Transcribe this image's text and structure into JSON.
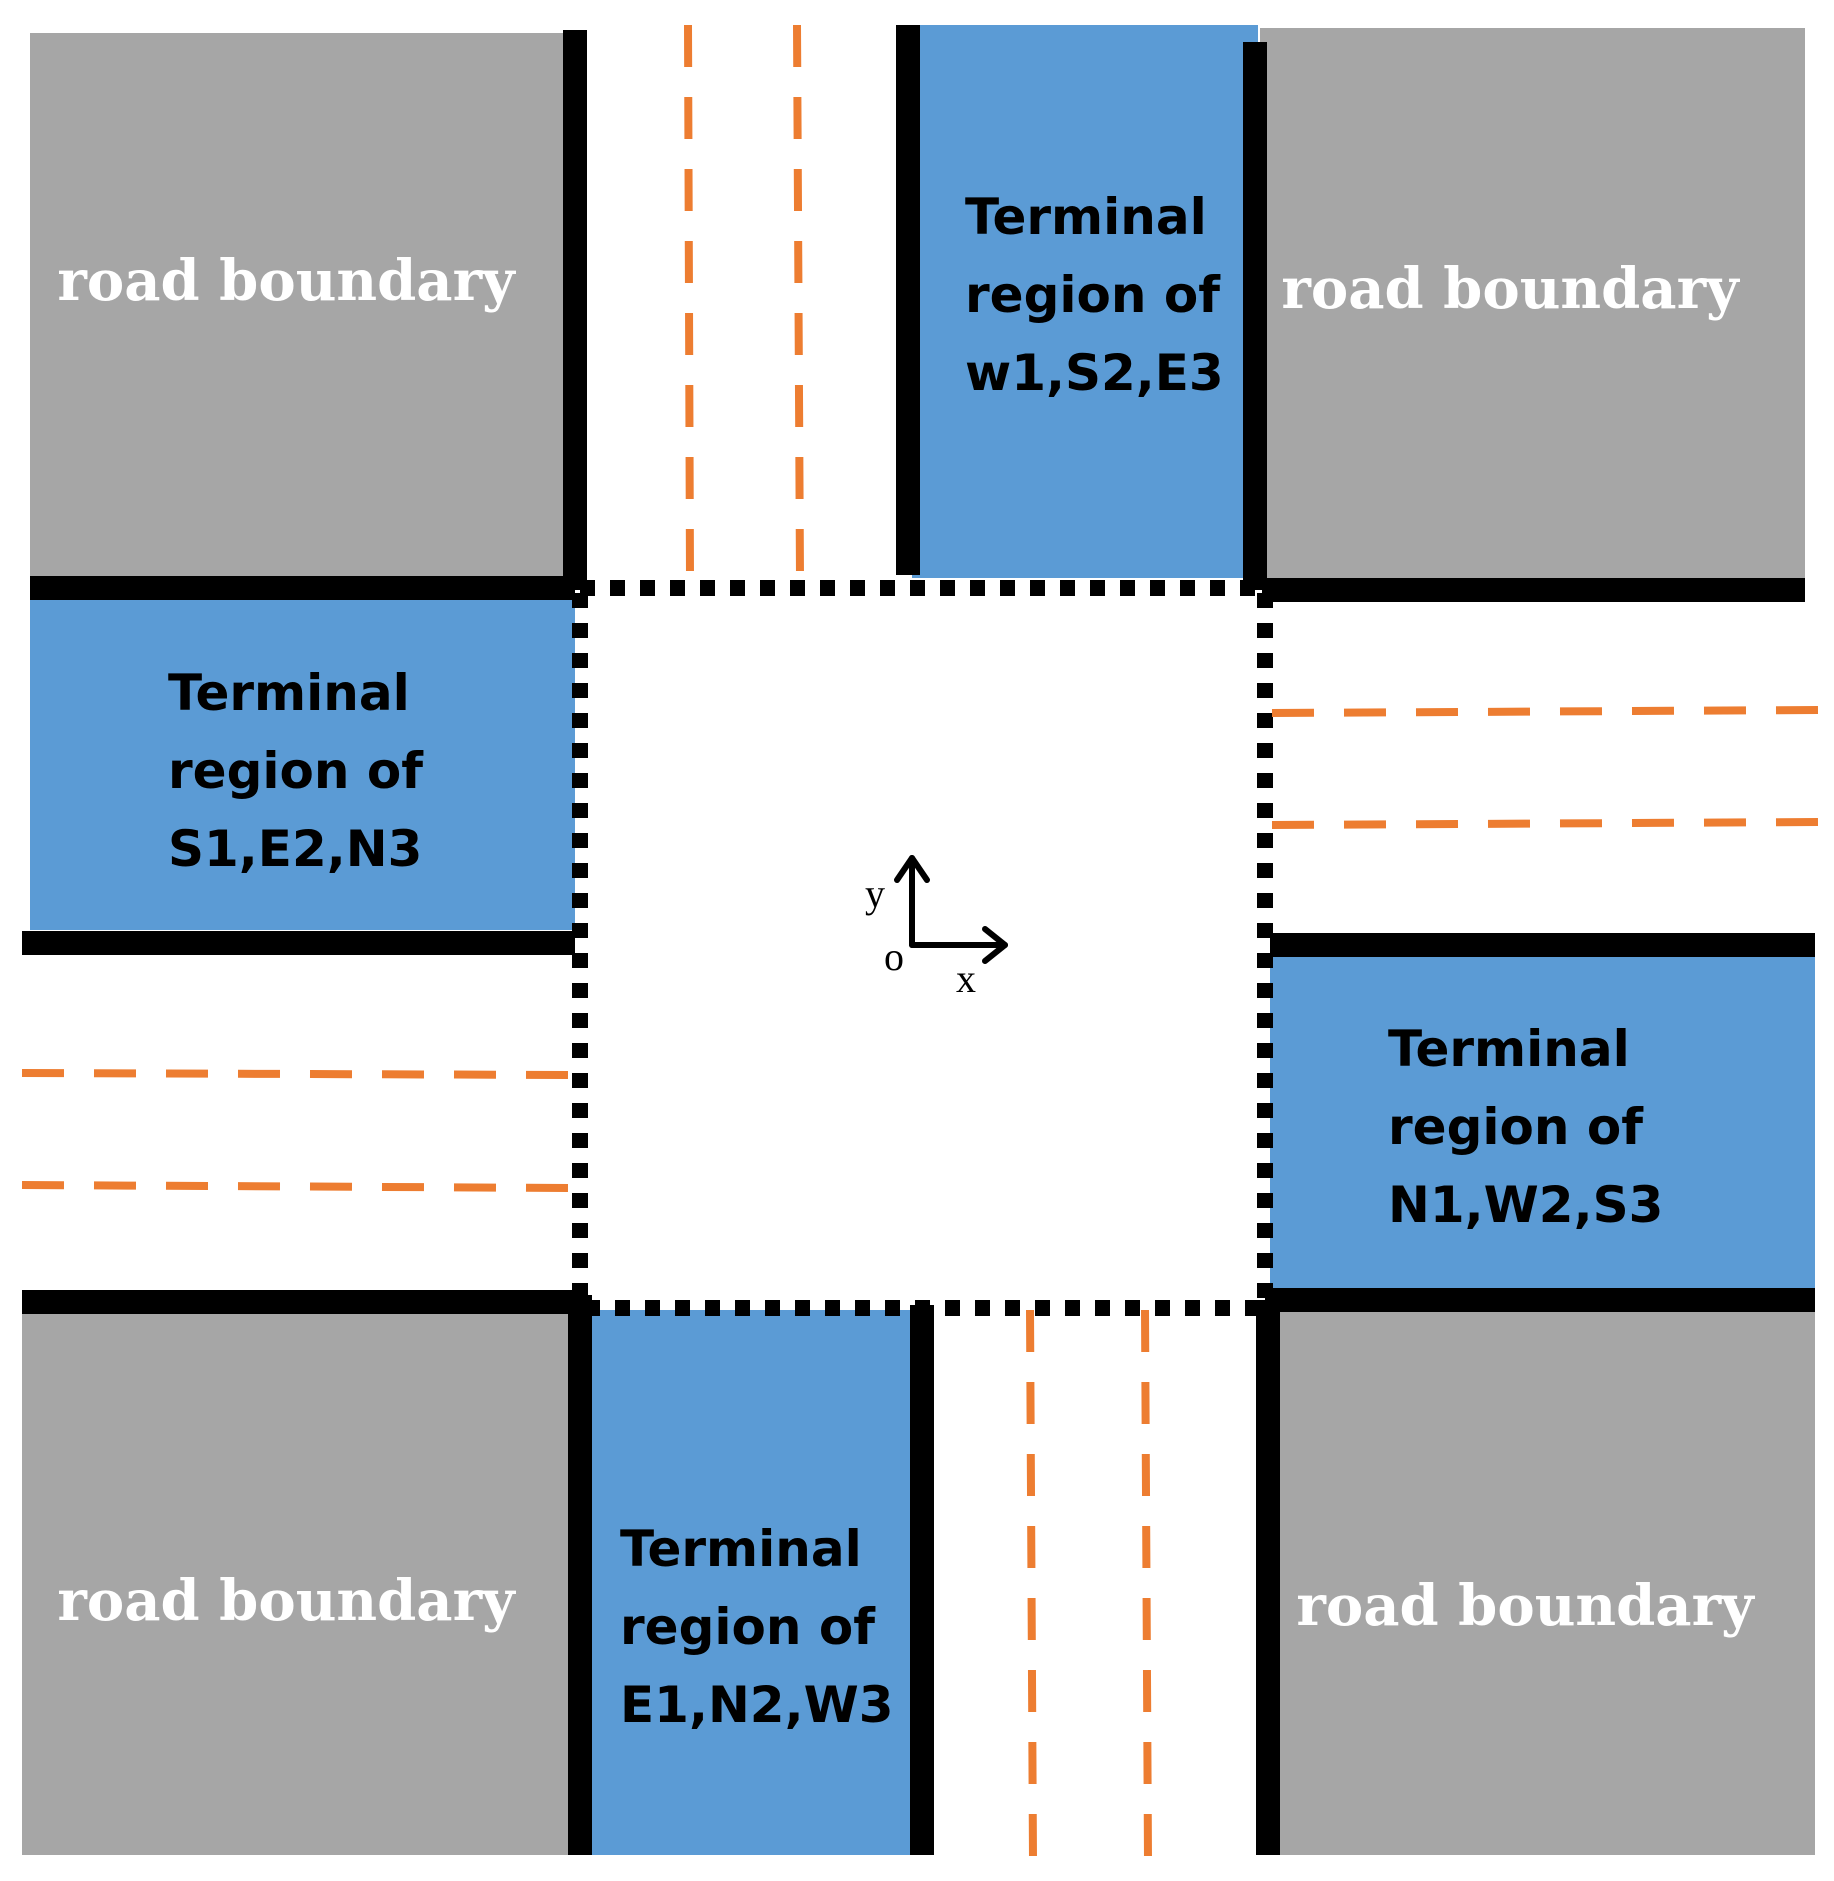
{
  "colors": {
    "road_boundary_fill": "#a6a6a6",
    "terminal_region_fill": "#5b9bd5",
    "road_edge_line": "#000000",
    "lane_divider_line": "#ed7d31",
    "intersection_border": "#000000",
    "background": "#ffffff"
  },
  "road_boundaries": {
    "top_left": "road boundary",
    "top_right": "road boundary",
    "bottom_left": "road boundary",
    "bottom_right": "road boundary"
  },
  "terminal_regions": {
    "north": {
      "line1": "Terminal",
      "line2": "region of",
      "line3": "w1,S2,E3"
    },
    "west": {
      "line1": "Terminal",
      "line2": "region of",
      "line3": "S1,E2,N3"
    },
    "east": {
      "line1": "Terminal",
      "line2": "region of",
      "line3": "N1,W2,S3"
    },
    "south": {
      "line1": "Terminal",
      "line2": "region of",
      "line3": "E1,N2,W3"
    }
  },
  "axes": {
    "y_label": "y",
    "x_label": "x",
    "origin_label": "o"
  },
  "icons": {
    "axis_arrow_y": "arrow-up",
    "axis_arrow_x": "arrow-right"
  }
}
